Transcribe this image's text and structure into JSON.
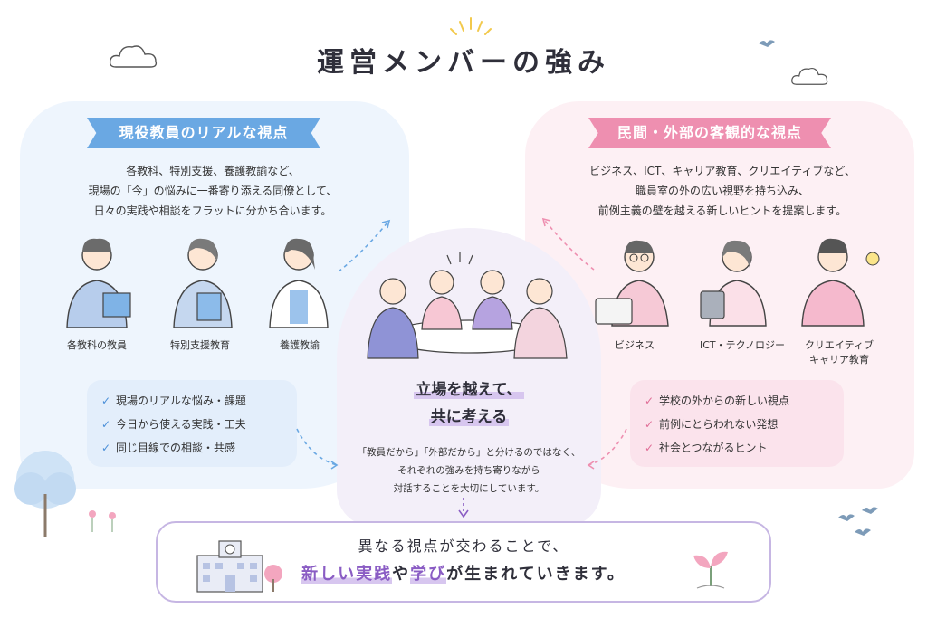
{
  "title": "運営メンバーの強み",
  "left": {
    "heading": "現役教員のリアルな視点",
    "lines": [
      "各教科、特別支援、養護教諭など、",
      "現場の「今」の悩みに一番寄り添える同僚として、",
      "日々の実践や相談をフラットに分かち合います。"
    ],
    "people": [
      "各教科の教員",
      "特別支援教育",
      "養護教諭"
    ],
    "checks": [
      "現場のリアルな悩み・課題",
      "今日から使える実践・工夫",
      "同じ目線での相談・共感"
    ]
  },
  "right": {
    "heading": "民間・外部の客観的な視点",
    "lines": [
      "ビジネス、ICT、キャリア教育、クリエイティブなど、",
      "職員室の外の広い視野を持ち込み、",
      "前例主義の壁を越える新しいヒントを提案します。"
    ],
    "people": [
      "ビジネス",
      "ICT・テクノロジー",
      "クリエイティブ",
      "キャリア教育"
    ],
    "checks": [
      "学校の外からの新しい視点",
      "前例にとらわれない発想",
      "社会とつながるヒント"
    ]
  },
  "center": {
    "head1": "立場を越えて、",
    "head2": "共に考える",
    "lines": [
      "「教員だから」「外部だから」と分けるのではなく、",
      "それぞれの強みを持ち寄りながら",
      "対話することを大切にしています。"
    ]
  },
  "bottom": {
    "line1": "異なる視点が交わることで、",
    "hl1": "新しい実践",
    "mid": "や",
    "hl2": "学び",
    "tail": "が生まれていきます。"
  },
  "colors": {
    "blue": "#6aa8e3",
    "pink": "#ee8fb0",
    "purple": "#8a5cc4"
  }
}
